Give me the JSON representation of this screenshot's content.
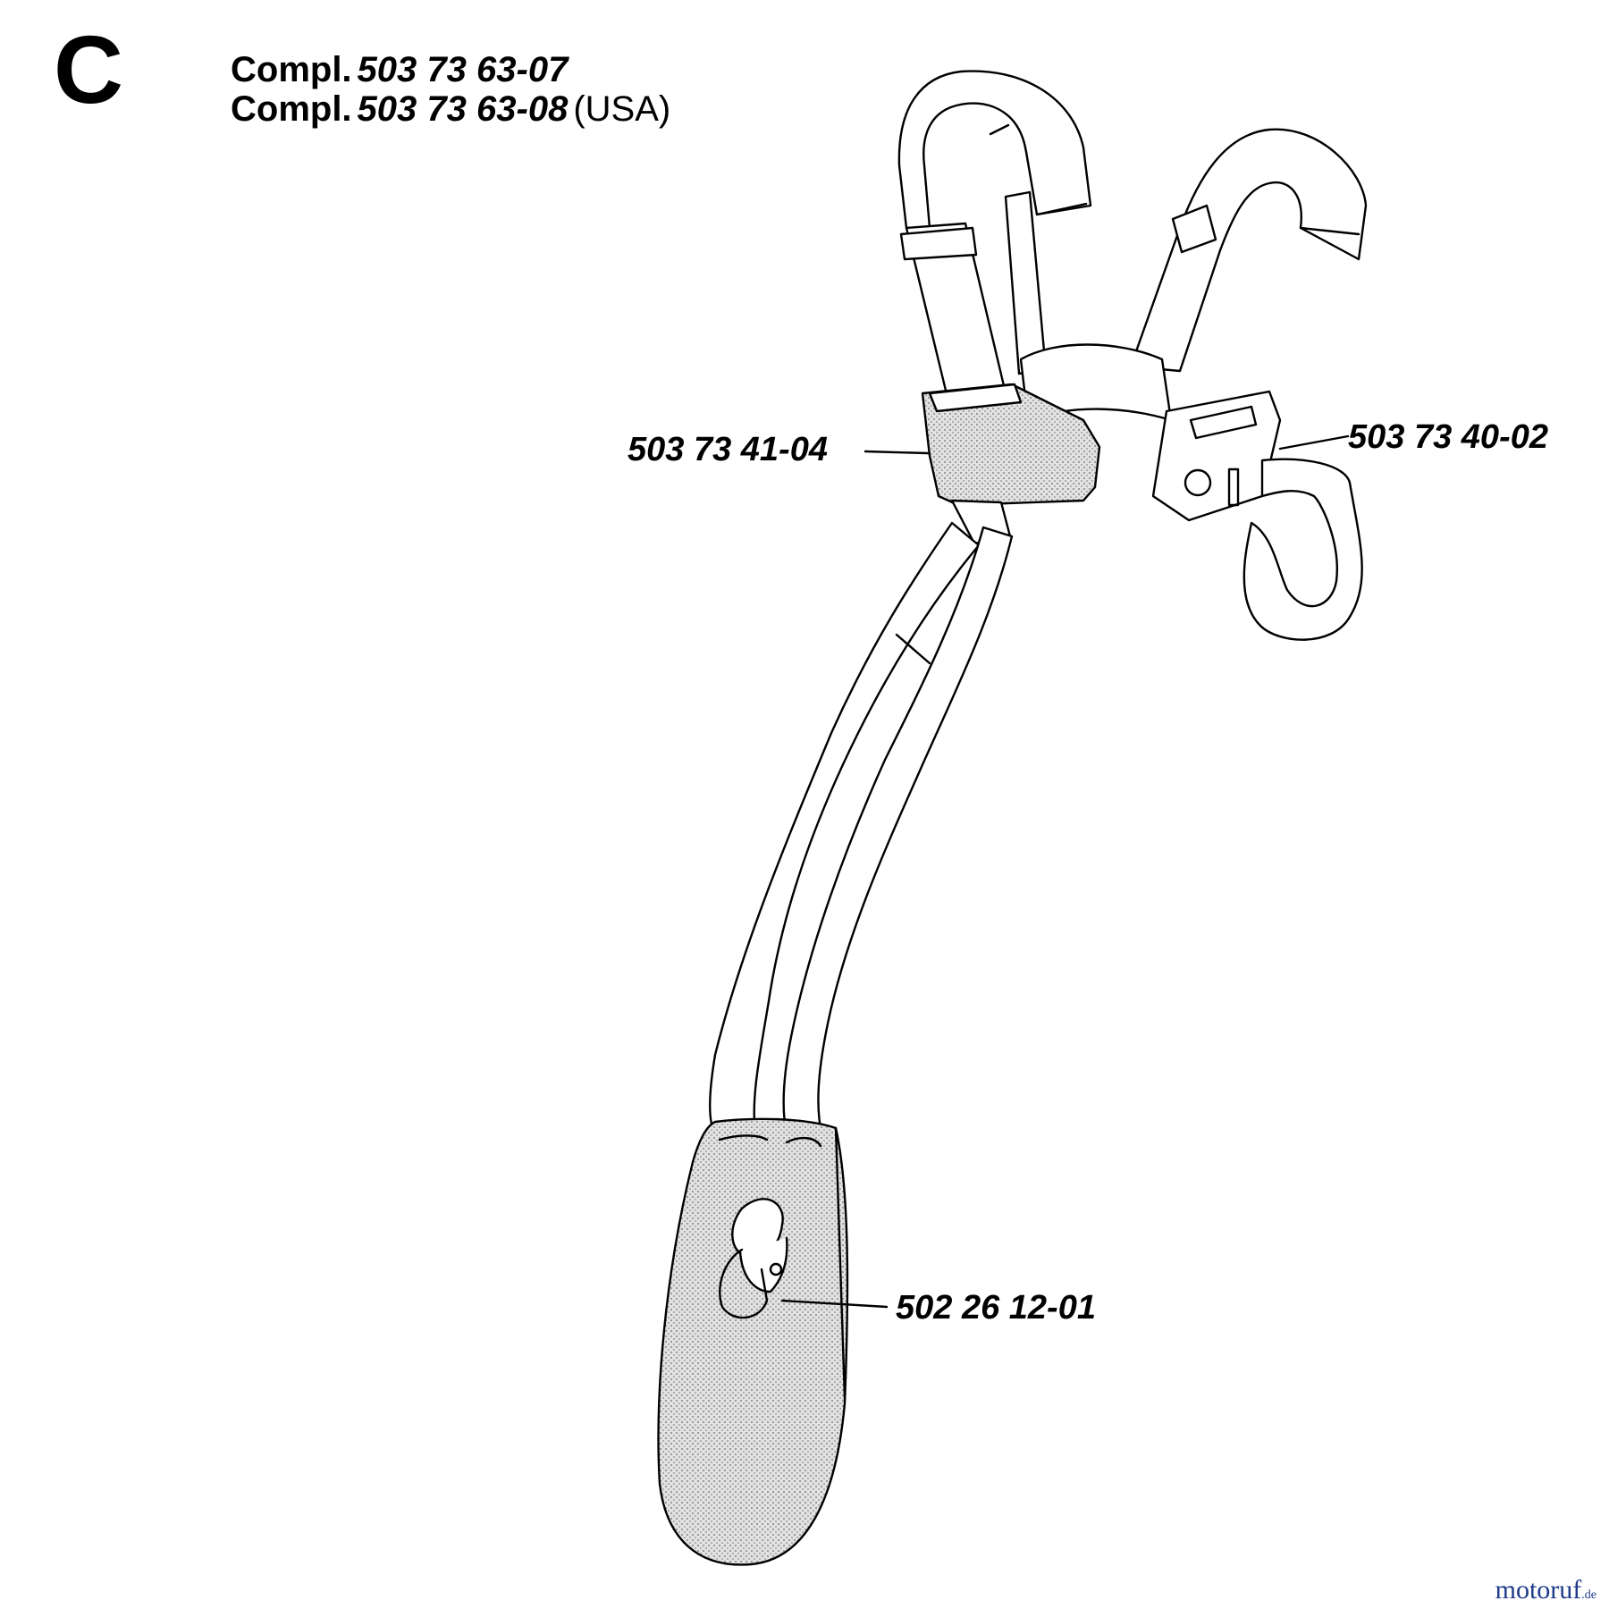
{
  "section": "C",
  "assemblies": [
    {
      "label": "Compl.",
      "part_number": "503 73 63-07",
      "suffix": ""
    },
    {
      "label": "Compl.",
      "part_number": "503 73 63-08",
      "suffix": "(USA)"
    }
  ],
  "parts": [
    {
      "part_number": "503 73 41-04",
      "component": "shoulder-strap-pad"
    },
    {
      "part_number": "503 73 40-02",
      "component": "buckle-plate"
    },
    {
      "part_number": "502 26 12-01",
      "component": "hook-hip-pad"
    }
  ],
  "watermark": {
    "name": "motoruf",
    "tld": ".de"
  },
  "colors": {
    "line": "#000000",
    "stipple": "#c4c4c4",
    "watermark": "#1e3a8a"
  }
}
